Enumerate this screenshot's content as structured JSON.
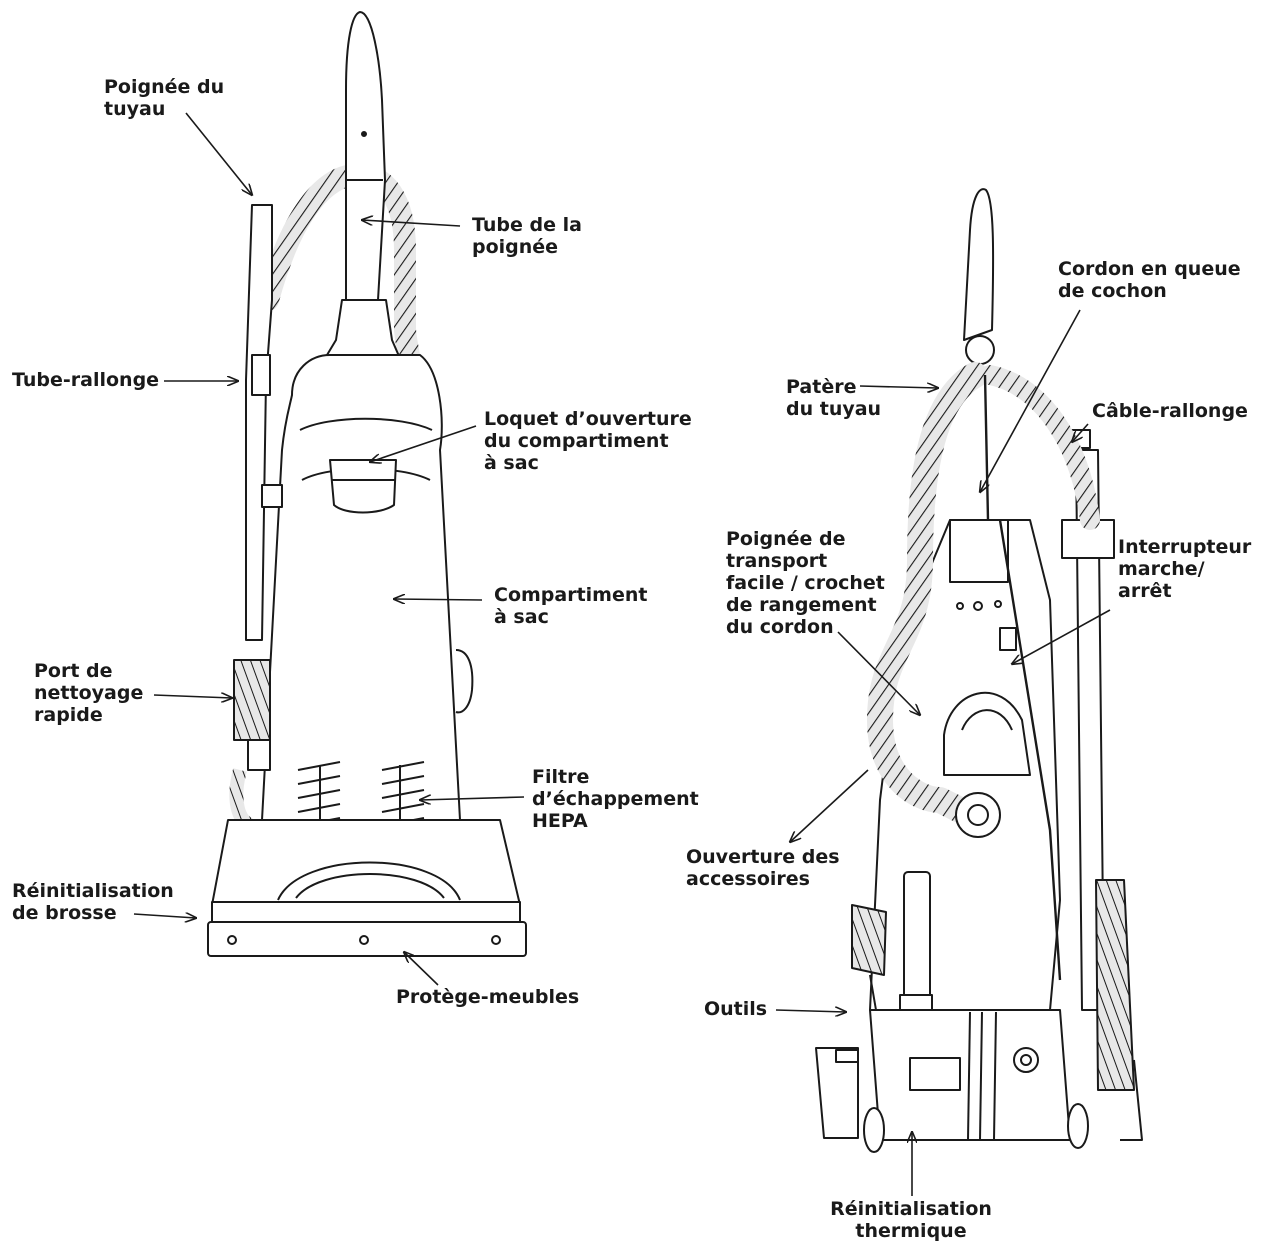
{
  "colors": {
    "ink": "#1a1a1a",
    "paper": "#ffffff",
    "fill": "#f2f2f2"
  },
  "front_view": {
    "labels": {
      "hose_handle": [
        "Poignée du",
        "tuyau"
      ],
      "handle_tube": [
        "Tube de la",
        "poignée"
      ],
      "extension_wand": [
        "Tube-rallonge"
      ],
      "bag_door_latch": [
        "Loquet d’ouverture",
        "du compartiment",
        "à sac"
      ],
      "bag_compartment": [
        "Compartiment",
        "à sac"
      ],
      "quick_clean_port": [
        "Port de",
        "nettoyage",
        "rapide"
      ],
      "hepa_filter": [
        "Filtre",
        "d’échappement",
        "HEPA"
      ],
      "brush_reset": [
        "Réinitialisation",
        "de brosse"
      ],
      "furniture_guard": [
        "Protège-meubles"
      ]
    }
  },
  "rear_view": {
    "labels": {
      "pigtail_cord": [
        "Cordon en queue",
        "de cochon"
      ],
      "hose_hook": [
        "Patère",
        "du tuyau"
      ],
      "extension_cord": [
        "Câble-rallonge"
      ],
      "carry_handle": [
        "Poignée de",
        "transport",
        "facile / crochet",
        "de rangement",
        "du cordon"
      ],
      "power_switch": [
        "Interrupteur",
        "marche/",
        "arrêt"
      ],
      "accessory_opening": [
        "Ouverture des",
        "accessoires"
      ],
      "tools": [
        "Outils"
      ],
      "thermal_reset": [
        "Réinitialisation",
        "thermique"
      ]
    }
  }
}
